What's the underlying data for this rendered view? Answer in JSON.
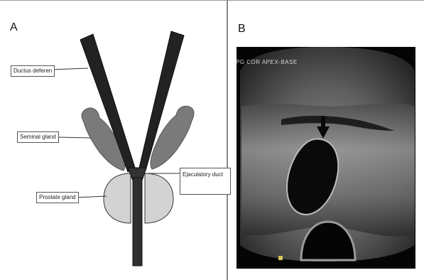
{
  "panel_a": {
    "letter": "A",
    "labels": {
      "ductus": "Ductus deferen",
      "seminal": "Seminal gland",
      "ejaculatory": "Ejaculatory duct",
      "prostate": "Prostate gland"
    }
  },
  "panel_b": {
    "letter": "B",
    "overlay_text": "PG COR APEX-BASE"
  },
  "colors": {
    "ducts": "#222222",
    "seminal": "#7a7a7a",
    "prostate": "#d3d3d3",
    "ultrasound_bg": "#050505"
  }
}
